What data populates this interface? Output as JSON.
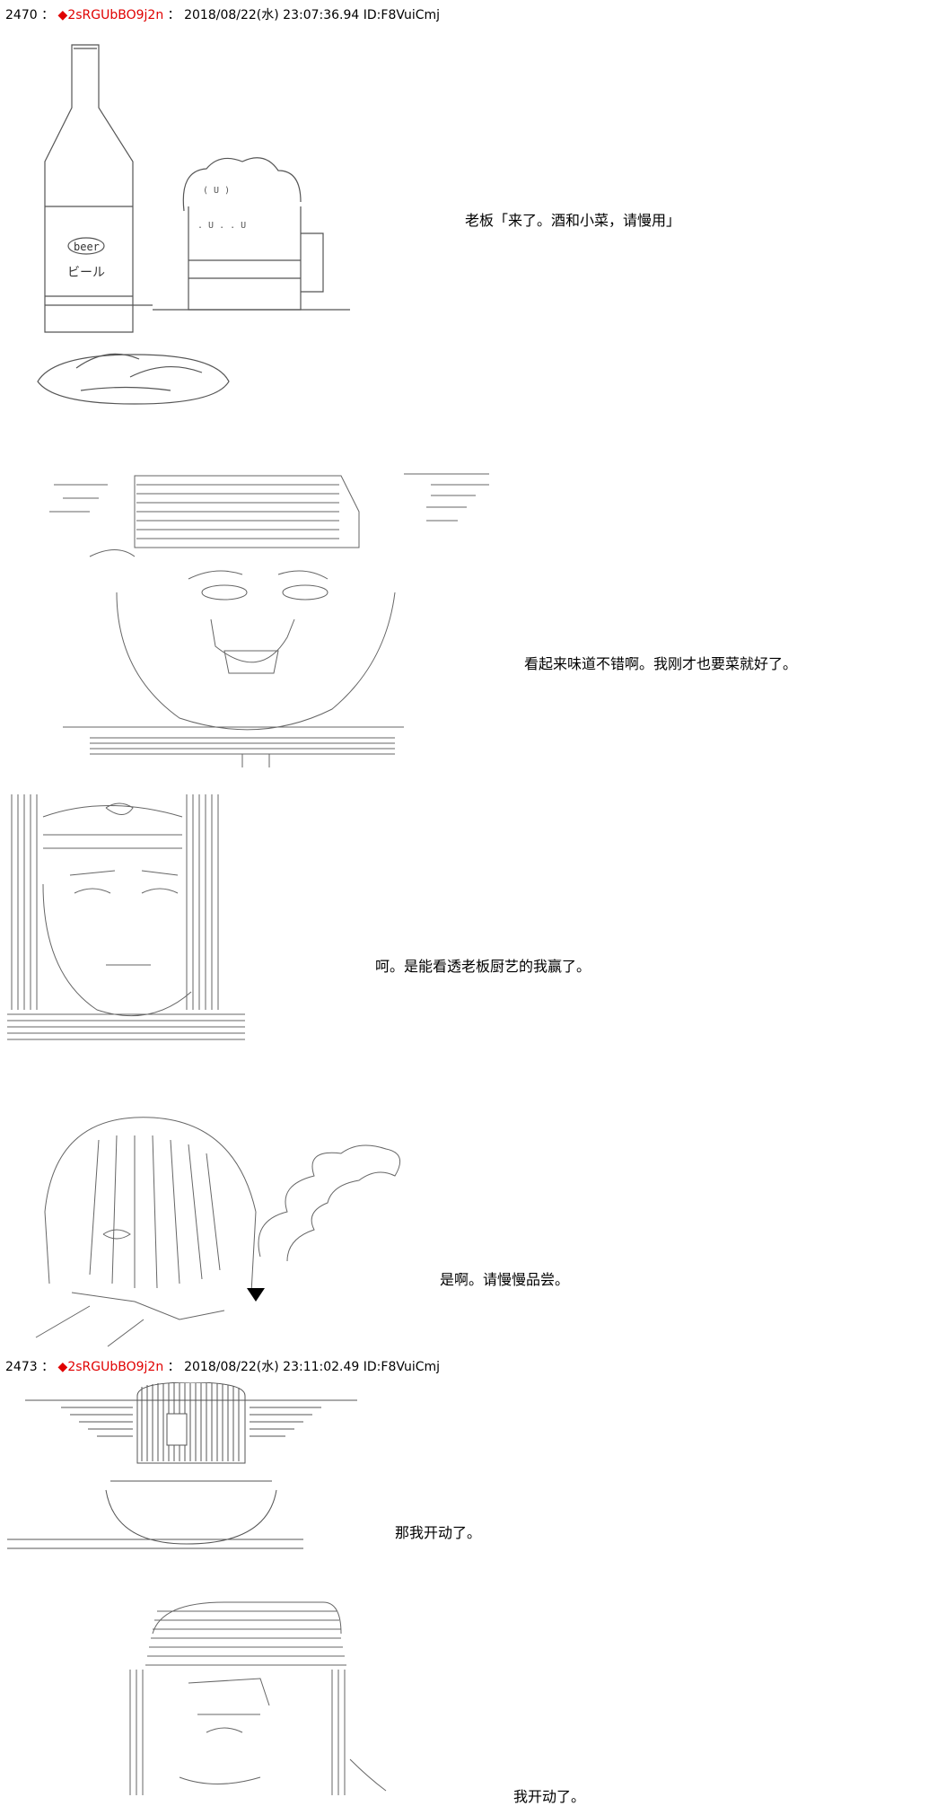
{
  "posts": [
    {
      "number": "2470",
      "sep": "：",
      "diamond": "◆",
      "trip": "2sRGUbBO9j2n",
      "sep2": "：",
      "datetime": "2018/08/22(水) 23:07:36.94 ID:F8VuiCmj"
    },
    {
      "number": "2473",
      "sep": "：",
      "diamond": "◆",
      "trip": "2sRGUbBO9j2n",
      "sep2": "：",
      "datetime": "2018/08/22(水) 23:11:02.49 ID:F8VuiCmj"
    }
  ],
  "dialogue": [
    "老板「来了。酒和小菜，请慢用」",
    "看起来味道不错啊。我刚才也要菜就好了。",
    "呵。是能看透老板厨艺的我赢了。",
    "是啊。请慢慢品尝。",
    "那我开动了。",
    "我开动了。"
  ],
  "art_labels": {
    "bottle_label": "beer",
    "bottle_kana": "ビール"
  },
  "colors": {
    "trip": "#e00000",
    "line_art": "#555555"
  }
}
